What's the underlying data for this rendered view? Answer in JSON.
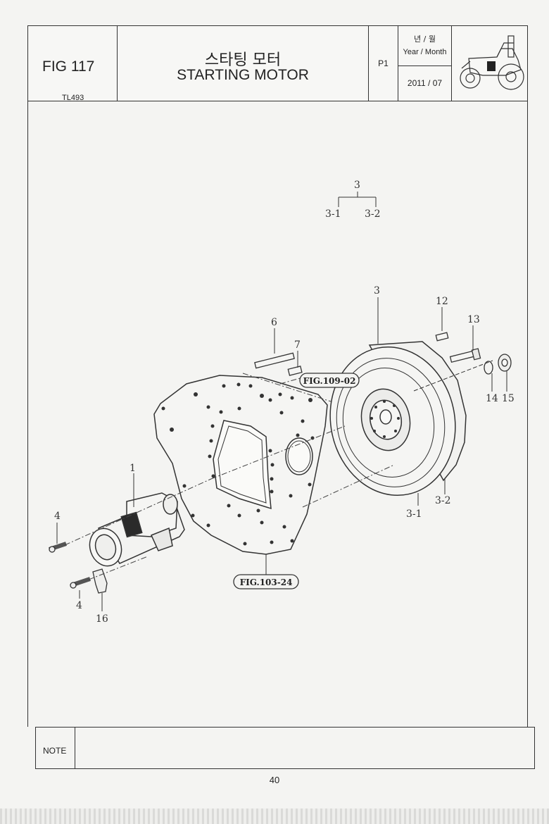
{
  "header": {
    "fig_no": "FIG 117",
    "model": "TL493",
    "title_ko": "스타팅 모터",
    "title_en": "STARTING MOTOR",
    "page": "P1",
    "year_month_ko": "년 / 월",
    "year_month_en": "Year / Month",
    "date": "2011 / 07",
    "thumbnail_icon": "tractor-icon"
  },
  "diagram": {
    "tree": {
      "parent": "3",
      "child1": "3-1",
      "child2": "3-2"
    },
    "callouts": {
      "c1": "1",
      "c3": "3",
      "c3_1": "3-1",
      "c3_2": "3-2",
      "c4a": "4",
      "c4b": "4",
      "c6": "6",
      "c7": "7",
      "c12": "12",
      "c13": "13",
      "c14": "14",
      "c15": "15",
      "c16": "16"
    },
    "refs": {
      "fig109": "FIG.109-02",
      "fig103": "FIG.103-24"
    }
  },
  "note": {
    "label": "NOTE",
    "text": ""
  },
  "footer": {
    "page_number": "40"
  }
}
